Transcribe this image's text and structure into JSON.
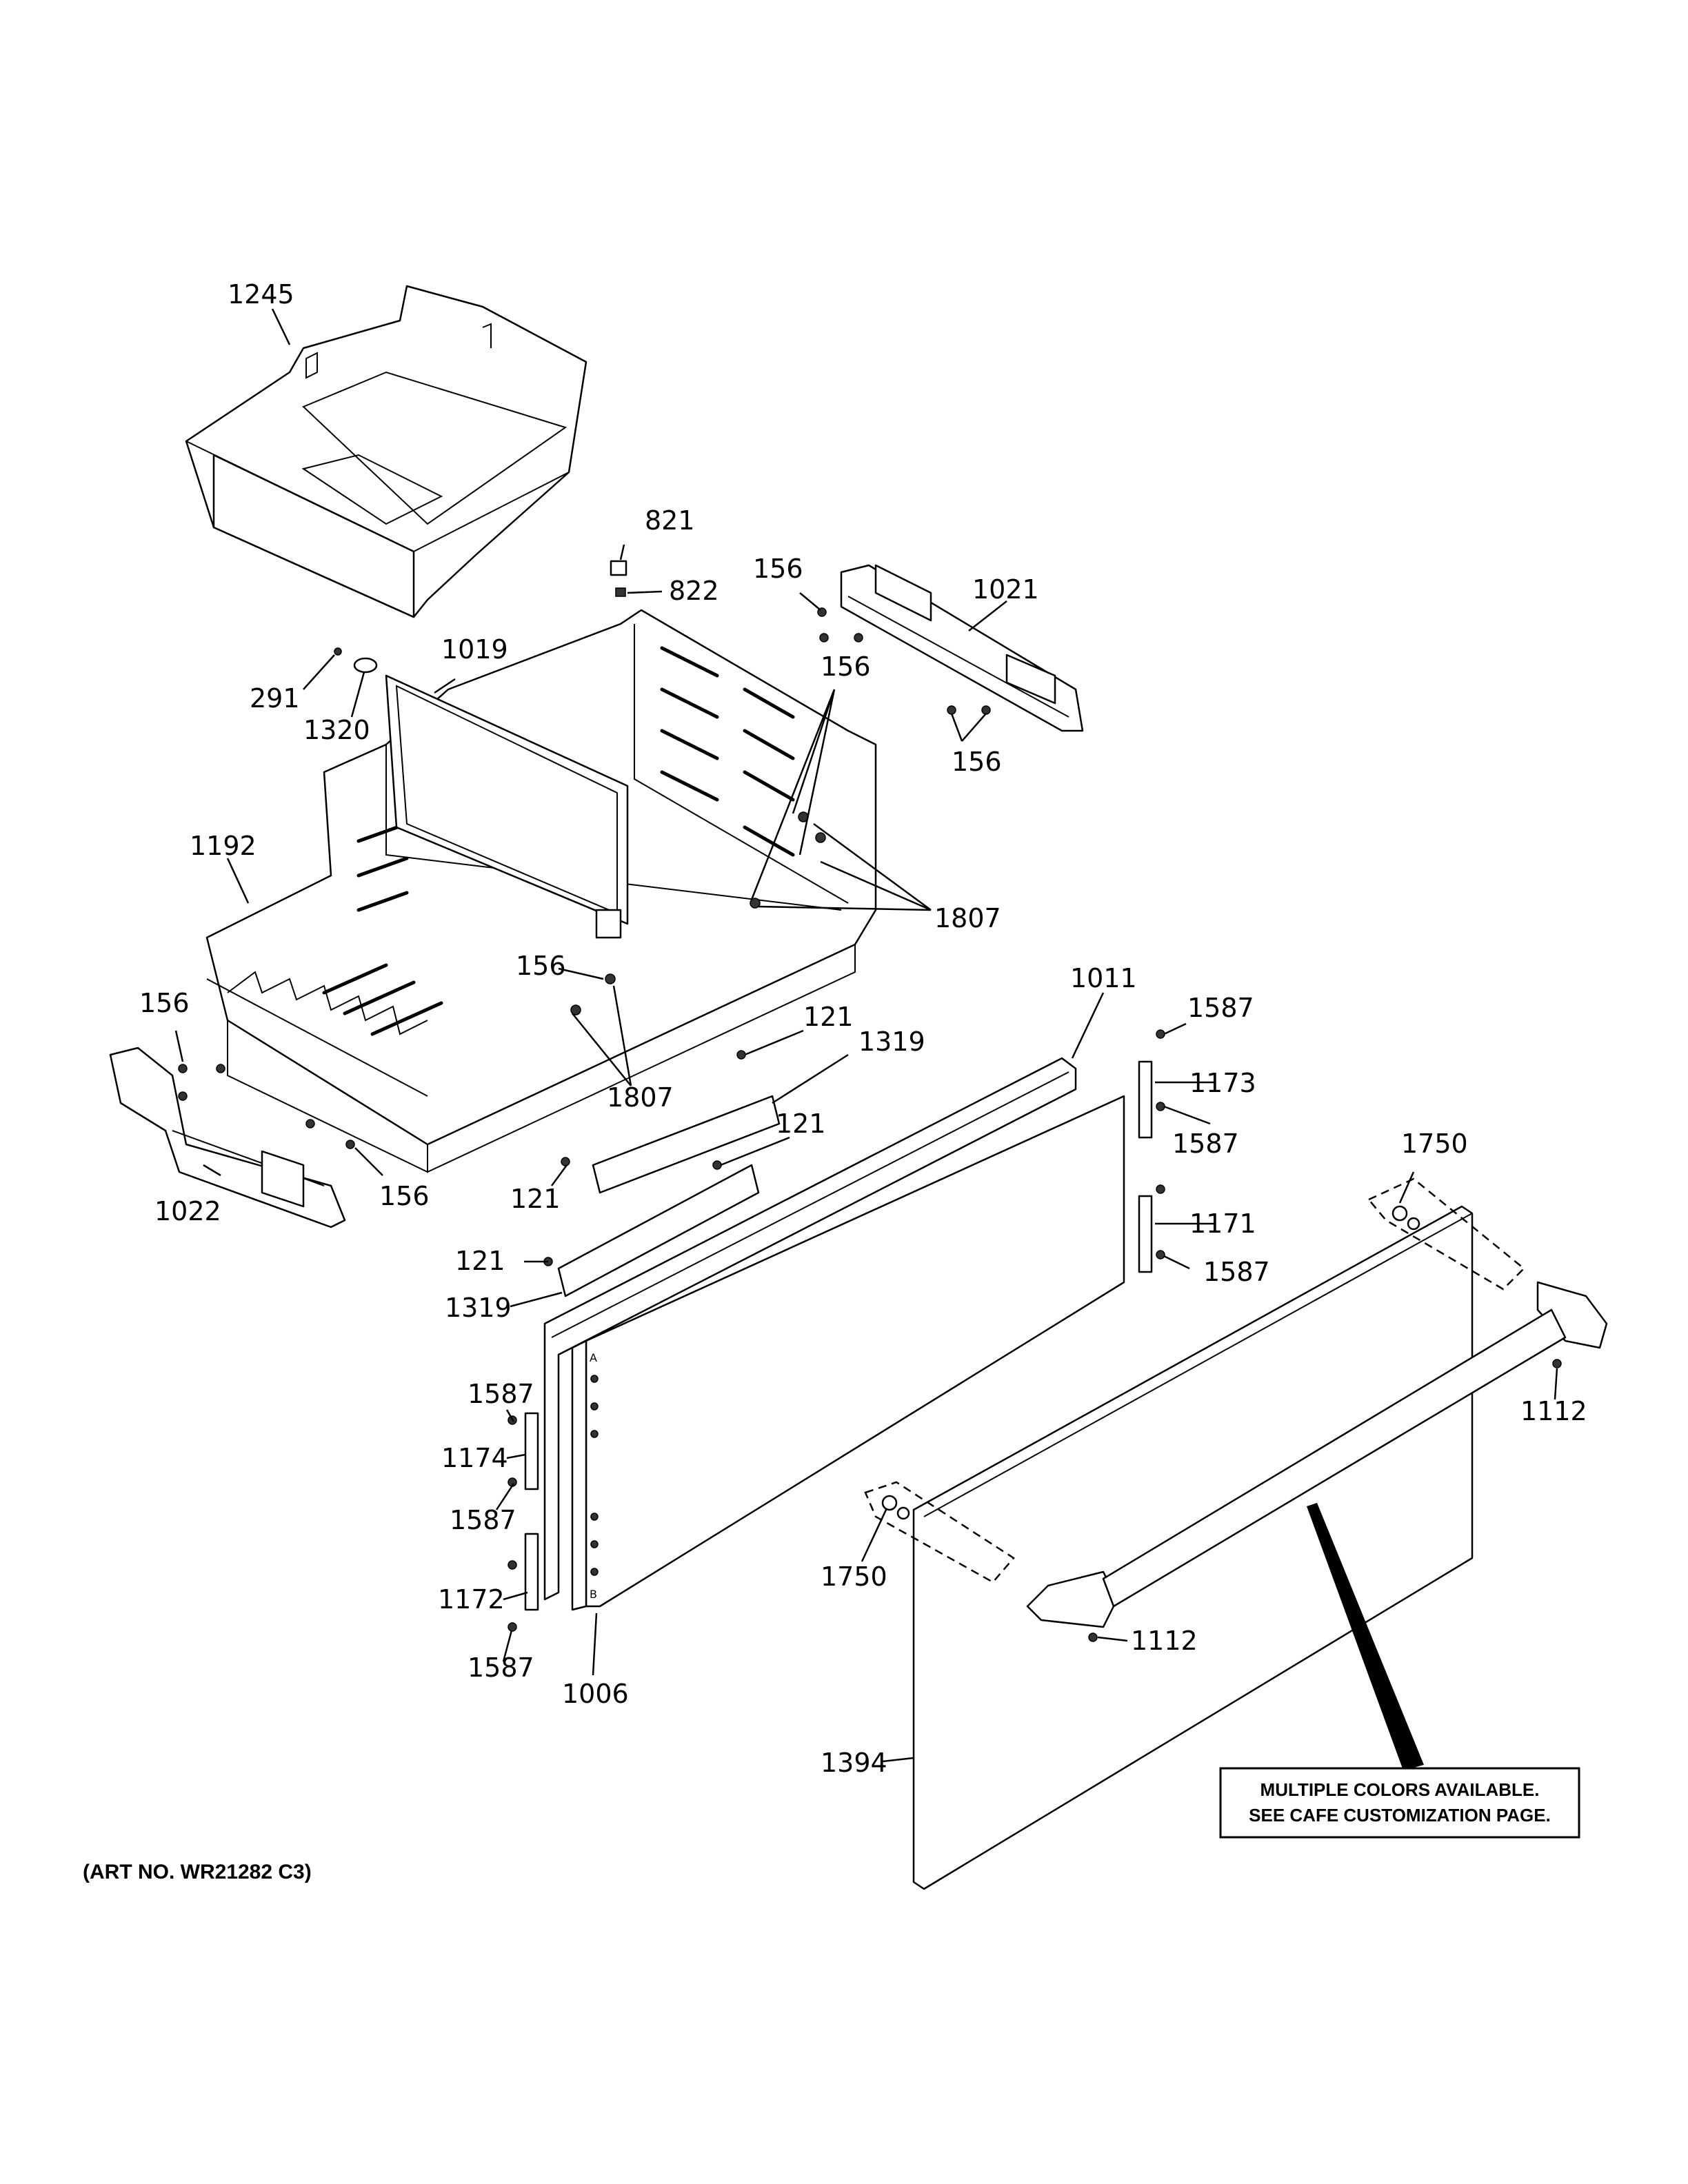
{
  "callouts": {
    "c1245": "1245",
    "c821": "821",
    "c822": "822",
    "c156a": "156",
    "c1021": "1021",
    "c156b": "156",
    "c156c": "156",
    "c291": "291",
    "c1019": "1019",
    "c1320": "1320",
    "c1192": "1192",
    "c1807a": "1807",
    "c156d": "156",
    "c1807b": "1807",
    "c1011": "1011",
    "c156e": "156",
    "c121a": "121",
    "c1319a": "1319",
    "c1587a": "1587",
    "c1173": "1173",
    "c1587b": "1587",
    "c121b": "121",
    "c121c": "121",
    "c156f": "156",
    "c1022": "1022",
    "c1750a": "1750",
    "c1171": "1171",
    "c1587c": "1587",
    "c121d": "121",
    "c1319b": "1319",
    "c1112a": "1112",
    "c1587d": "1587",
    "c1174": "1174",
    "c1587e": "1587",
    "c1750b": "1750",
    "c1172": "1172",
    "c1112b": "1112",
    "c1587f": "1587",
    "c1006": "1006",
    "c1394": "1394"
  },
  "note": {
    "line1": "MULTIPLE COLORS AVAILABLE.",
    "line2": "SEE CAFE CUSTOMIZATION PAGE."
  },
  "art_number": "(ART NO. WR21282 C3)",
  "bracket_letters": {
    "a": "A",
    "b": "B"
  }
}
